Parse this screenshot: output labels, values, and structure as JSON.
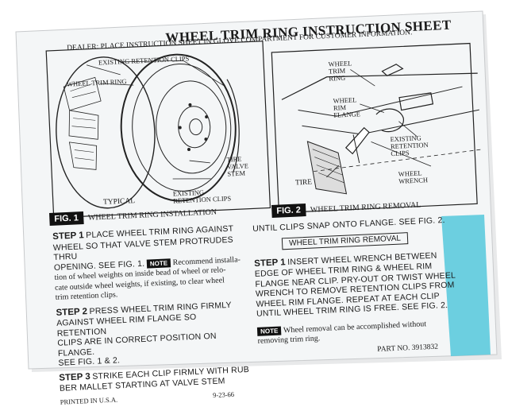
{
  "sheet": {
    "title": "WHEEL TRIM RING INSTRUCTION SHEET",
    "dealer": "DEALER:  PLACE INSTRUCTION SHEET IN GLOVE COMPARTMENT FOR CUSTOMER INFORMATION.",
    "paper_color": "#f4f6f7",
    "accent_color": "#54c8dc"
  },
  "fig1": {
    "tag": "FIG. 1",
    "caption": "WHEEL TRIM RING INSTALLATION",
    "typical": "TYPICAL",
    "labels": {
      "existing_top": "EXISTING RETENTION CLIPS",
      "trim_ring": "WHEEL TRIM RING",
      "tire_valve": "TIRE\nVALVE\nSTEM",
      "existing_bottom": "EXISTING\nRETENTION CLIPS"
    }
  },
  "fig2": {
    "tag": "FIG. 2",
    "caption": "WHEEL TRIM RING REMOVAL",
    "labels": {
      "trim_ring": "WHEEL\nTRIM\nRING",
      "rim_flange": "WHEEL\nRIM\nFLANGE",
      "existing": "EXISTING\nRETENTION\nCLIPS",
      "tire": "TIRE",
      "wrench": "WHEEL\nWRENCH"
    }
  },
  "install": {
    "step1_label": "STEP 1",
    "step1_line1": "PLACE WHEEL TRIM RING AGAINST",
    "step1_line2": "WHEEL SO THAT VALVE STEM PROTRUDES THRU",
    "step1_line3": "OPENING.  SEE FIG. 1.",
    "note_tag": "NOTE",
    "note_line1": "Recommend installa-",
    "note_line2": "tion of wheel weights on inside bead of wheel or relo-",
    "note_line3": "cate outside wheel weights, if existing, to clear wheel",
    "note_line4": "trim retention clips.",
    "step2_label": "STEP 2",
    "step2_line1": "PRESS WHEEL TRIM RING FIRMLY",
    "step2_line2": "AGAINST WHEEL RIM FLANGE SO RETENTION",
    "step2_line3": "CLIPS ARE IN CORRECT POSITION ON FLANGE.",
    "step2_line4": "SEE FIG. 1 & 2.",
    "step3_label": "STEP 3",
    "step3_line1": "STRIKE EACH CLIP FIRMLY WITH RUB",
    "step3_line2": "BER MALLET STARTING AT VALVE STEM",
    "printed": "PRINTED IN U.S.A.",
    "date": "9-23-66"
  },
  "removal": {
    "continued": "UNTIL CLIPS SNAP ONTO FLANGE.  SEE FIG. 2.",
    "heading": "WHEEL TRIM RING REMOVAL",
    "step1_label": "STEP 1",
    "step1_line1": "INSERT WHEEL WRENCH BETWEEN",
    "step1_line2": "EDGE OF WHEEL TRIM RING & WHEEL RIM",
    "step1_line3": "FLANGE NEAR CLIP.  PRY-OUT OR TWIST WHEEL",
    "step1_line4": "WRENCH TO REMOVE RETENTION CLIPS FROM",
    "step1_line5": "WHEEL RIM FLANGE.  REPEAT AT EACH CLIP",
    "step1_line6": "UNTIL WHEEL TRIM RING IS FREE.  SEE FIG. 2.",
    "note_tag": "NOTE",
    "note_line1": "Wheel removal can be accomplished without",
    "note_line2": "removing trim ring.",
    "part_no": "PART NO. 3913832"
  }
}
